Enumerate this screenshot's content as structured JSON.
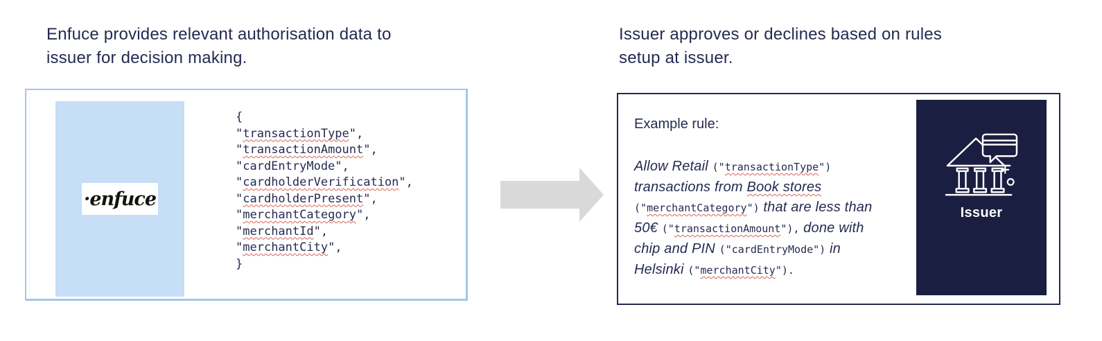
{
  "colors": {
    "text_navy": "#252a52",
    "card_left_border_blue": "#a5c6e9",
    "panel_light_blue": "#c6def6",
    "card_right_border_navy": "#23284e",
    "issuer_panel_navy": "#1a1e40",
    "arrow_gray": "#d9d9d9",
    "squiggle_red": "#d95c4a",
    "background": "#ffffff",
    "logo_black": "#14140f",
    "icon_white": "#ffffff"
  },
  "icons": {
    "arrow": "arrow-right-icon",
    "bank": "bank-building-with-card-icon",
    "logo": "enfuce-script-logo"
  },
  "left_section": {
    "heading_segments": [
      {
        "t": "Enfuce provides relevant authorisation data to"
      },
      {
        "br": true
      },
      {
        "t": "issuer for decision making."
      }
    ],
    "card": {
      "logo_text": "·enfuce",
      "code_segments": [
        {
          "t": "{"
        },
        {
          "br": true
        },
        {
          "t": "\""
        },
        {
          "t": "transactionType",
          "c": "sq"
        },
        {
          "t": "\","
        },
        {
          "br": true
        },
        {
          "t": "\""
        },
        {
          "t": "transactionAmount",
          "c": "sq"
        },
        {
          "t": "\","
        },
        {
          "br": true
        },
        {
          "t": "\"cardEntryMode\","
        },
        {
          "br": true
        },
        {
          "t": "\""
        },
        {
          "t": "cardholderVerification",
          "c": "sq"
        },
        {
          "t": "\","
        },
        {
          "br": true
        },
        {
          "t": "\""
        },
        {
          "t": "cardholderPresent",
          "c": "sq"
        },
        {
          "t": "\","
        },
        {
          "br": true
        },
        {
          "t": "\""
        },
        {
          "t": "merchantCategory",
          "c": "sq"
        },
        {
          "t": "\","
        },
        {
          "br": true
        },
        {
          "t": "\""
        },
        {
          "t": "merchantId",
          "c": "sq"
        },
        {
          "t": "\","
        },
        {
          "br": true
        },
        {
          "t": "\""
        },
        {
          "t": "merchantCity",
          "c": "sq"
        },
        {
          "t": "\","
        },
        {
          "br": true
        },
        {
          "t": "}"
        }
      ]
    }
  },
  "right_section": {
    "heading_segments": [
      {
        "t": "Issuer approves or declines based on rules"
      },
      {
        "br": true
      },
      {
        "t": "setup at issuer."
      }
    ],
    "card": {
      "example_label": "Example rule:",
      "rule_segments": [
        {
          "t": "Allow Retail "
        },
        {
          "t": "(\"",
          "c": "mono"
        },
        {
          "t": "transactionType",
          "c": "mono sq"
        },
        {
          "t": "\")",
          "c": "mono"
        },
        {
          "br": true
        },
        {
          "t": "transactions from "
        },
        {
          "t": "Book stores",
          "c": "sq"
        },
        {
          "br": true
        },
        {
          "t": "(\"",
          "c": "mono"
        },
        {
          "t": "merchantCategory",
          "c": "mono sq"
        },
        {
          "t": "\")",
          "c": "mono"
        },
        {
          "t": " that are less than"
        },
        {
          "br": true
        },
        {
          "t": "50€ "
        },
        {
          "t": "(\"",
          "c": "mono"
        },
        {
          "t": "transactionAmount",
          "c": "mono sq"
        },
        {
          "t": "\"),",
          "c": "mono"
        },
        {
          "t": " done with"
        },
        {
          "br": true
        },
        {
          "t": "chip and PIN "
        },
        {
          "t": "(\"cardEntryMode\")",
          "c": "mono"
        },
        {
          "t": " in"
        },
        {
          "br": true
        },
        {
          "t": "Helsinki "
        },
        {
          "t": "(\"",
          "c": "mono"
        },
        {
          "t": "merchantCity",
          "c": "mono sq"
        },
        {
          "t": "\").",
          "c": "mono"
        }
      ],
      "issuer_label": "Issuer"
    }
  }
}
